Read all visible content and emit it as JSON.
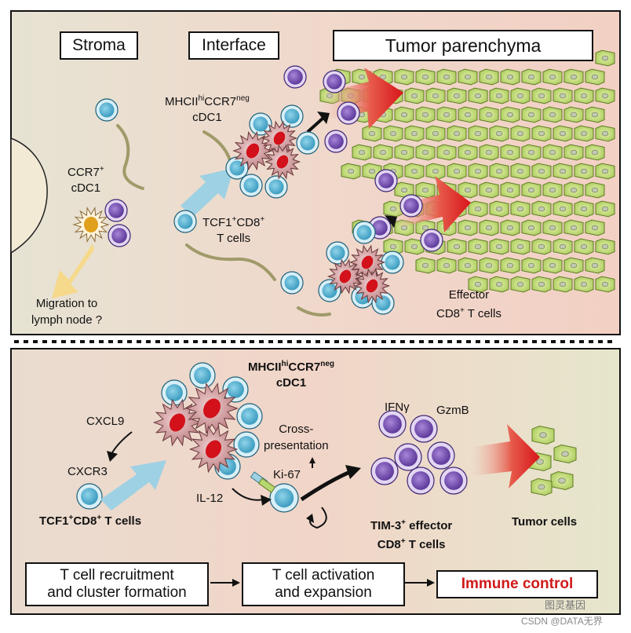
{
  "regions": {
    "stroma": "Stroma",
    "interface": "Interface",
    "tumor": "Tumor parenchyma"
  },
  "top": {
    "dc_label_l1": "MHCII",
    "dc_label_sup1": "hi",
    "dc_label_mid": "CCR7",
    "dc_label_sup2": "neg",
    "dc_label_l2": "cDC1",
    "ccr7_l1": "CCR7",
    "ccr7_sup": "+",
    "ccr7_l2": "cDC1",
    "tcf_l1a": "TCF1",
    "tcf_sup1": "+",
    "tcf_l1b": "CD8",
    "tcf_sup2": "+",
    "tcf_l2": "T cells",
    "migration_l1": "Migration to",
    "migration_l2": "lymph node ?",
    "effector_l1": "Effector",
    "effector_l2a": "CD8",
    "effector_sup": "+",
    "effector_l2b": " T cells"
  },
  "bottom": {
    "dc_l1": "MHCII",
    "dc_sup1": "hi",
    "dc_mid": "CCR7",
    "dc_sup2": "neg",
    "dc_l2": "cDC1",
    "cxcl9": "CXCL9",
    "cxcr3": "CXCR3",
    "cross_l1": "Cross-",
    "cross_l2": "presentation",
    "ki67": "Ki-67",
    "il12": "IL-12",
    "tcf_a": "TCF1",
    "tcf_sup1": "+",
    "tcf_b": "CD8",
    "tcf_sup2": "+",
    "tcf_c": " T cells",
    "ifng": "IFNγ",
    "gzmb": "GzmB",
    "tim3_a": "TIM-3",
    "tim3_sup": "+",
    "tim3_b": " effector",
    "cd8_a": "CD8",
    "cd8_sup": "+",
    "cd8_b": " T cells",
    "tumor_cells": "Tumor cells"
  },
  "flow": {
    "step1_l1": "T cell recruitment",
    "step1_l2": "and cluster formation",
    "step2_l1": "T cell activation",
    "step2_l2": "and expansion",
    "step3": "Immune control"
  },
  "watermark": {
    "wechat": "图灵基因",
    "csdn": "CSDN @DATA无界"
  },
  "colors": {
    "tcell_blue": "#56b4d3",
    "effector_purple": "#7b52b8",
    "dc_pink": "#c98a8a",
    "dc_nucleus": "#d3111b",
    "tumor_green": "#b6d66a",
    "arrow_red": "#e0201c",
    "arrow_lightblue": "#9ed1e3",
    "arrow_yellow": "#f7dd8e",
    "immune_control_red": "#d01a1a"
  }
}
